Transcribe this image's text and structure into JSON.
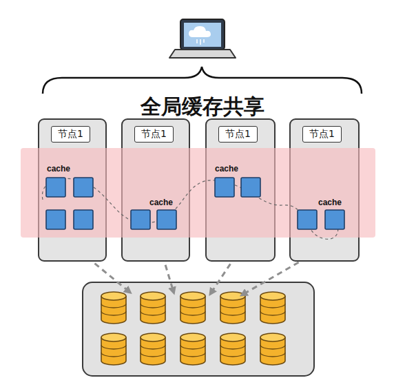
{
  "diagram": {
    "title": "全局缓存共享",
    "nodes": [
      {
        "text": [
          "节点1",
          "cache"
        ]
      },
      {
        "text": [
          "节点1",
          "cache"
        ]
      },
      {
        "text": [
          "节点1",
          "cache"
        ]
      },
      {
        "text": [
          "节点1",
          "cache"
        ]
      }
    ]
  }
}
